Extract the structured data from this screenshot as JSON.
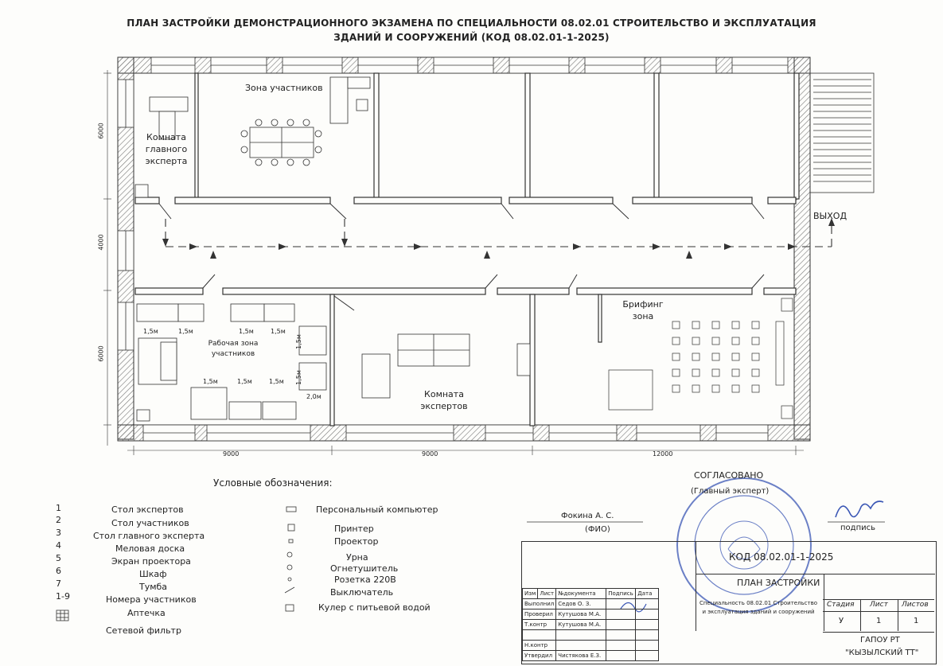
{
  "title": {
    "line1": "ПЛАН ЗАСТРОЙКИ ДЕМОНСТРАЦИОННОГО ЭКЗАМЕНА ПО СПЕЦИАЛЬНОСТИ 08.02.01 СТРОИТЕЛЬСТВО И ЭКСПЛУАТАЦИЯ",
    "line2": "ЗДАНИЙ И СООРУЖЕНИЙ (КОД 08.02.01-1-2025)"
  },
  "rooms": {
    "chief_expert": "Комната главного эксперта",
    "participants_zone": "Зона участников",
    "workzone": "Рабочая зона участников",
    "experts_room": "Комната экспертов",
    "briefing": "Брифинг зона",
    "exit": "ВЫХОД"
  },
  "dimensions": {
    "left_top": "6000",
    "left_mid": "4000",
    "left_bottom": "6000",
    "bottom_1": "9000",
    "bottom_2": "9000",
    "bottom_3": "12000"
  },
  "workstation_sizes": {
    "a": "1,5м",
    "b": "2,0м"
  },
  "legend": {
    "heading": "Условные обозначения:",
    "left": [
      {
        "num": "1",
        "text": "Стол экспертов"
      },
      {
        "num": "2",
        "text": "Стол участников"
      },
      {
        "num": "3",
        "text": "Стол главного эксперта"
      },
      {
        "num": "4",
        "text": "Меловая доска"
      },
      {
        "num": "5",
        "text": "Экран проектора"
      },
      {
        "num": "6",
        "text": "Шкаф"
      },
      {
        "num": "7",
        "text": "Тумба"
      },
      {
        "num": "1-9",
        "text": "Номера участников"
      },
      {
        "num": "",
        "text": "Аптечка"
      },
      {
        "num": "",
        "text": "Сетевой фильтр"
      }
    ],
    "right": [
      "Персональный компьютер",
      "Принтер",
      "Проектор",
      "Урна",
      "Огнетушитель",
      "Розетка 220В",
      "Выключатель",
      "Кулер с питьевой водой"
    ]
  },
  "approval": {
    "agreed": "СОГЛАСОВАНО",
    "role": "(Главный эксперт)",
    "name": "Фокина А. С.",
    "fio_caption": "(ФИО)",
    "signature_caption": "подпись"
  },
  "title_block": {
    "code": "КОД 08.02.01-1-2025",
    "sheet_title": "ПЛАН ЗАСТРОЙКИ",
    "col_headers": [
      "Изм",
      "Лист",
      "№документа",
      "Подпись",
      "Дата"
    ],
    "rows": [
      {
        "role": "Выполнил",
        "name": "Седов О. З."
      },
      {
        "role": "Проверил",
        "name": "Кутушова М.А."
      },
      {
        "role": "Т.контр",
        "name": "Кутушова М.А."
      },
      {
        "role": "Н.контр",
        "name": ""
      },
      {
        "role": "Утвердил",
        "name": "Чистякова Е.З."
      }
    ],
    "specialty": "Специальность 08.02.01 Строительство и эксплуатация зданий и сооружений",
    "stage_headers": [
      "Стадия",
      "Лист",
      "Листов"
    ],
    "stage_values": [
      "У",
      "1",
      "1"
    ],
    "org_line1": "ГАПОУ РТ",
    "org_line2": "\"КЫЗЫЛСКИЙ ТТ\""
  },
  "colors": {
    "line": "#333333",
    "stamp": "#3b57b5",
    "wall_hatch": "#666666"
  }
}
